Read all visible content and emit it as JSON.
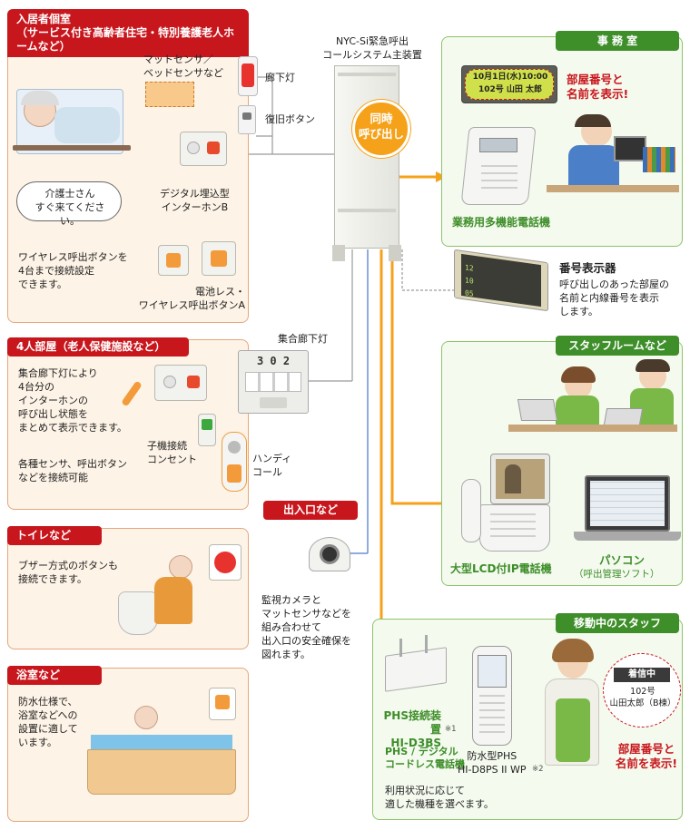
{
  "main_unit": {
    "title": "NYC-Si緊急呼出\nコールシステム主装置"
  },
  "simultaneous_call": "同時\n呼び出し",
  "room_private": {
    "title": "入居者個室\n（サービス付き高齢者住宅・特別養護老人ホームなど）",
    "mat_sensor": "マットセンサ／\nベッドセンサなど",
    "corridor_light": "廊下灯",
    "reset_button": "復旧ボタン",
    "speech": "介護士さん\nすぐ来てください。",
    "intercom_b": "デジタル埋込型\nインターホンB",
    "wireless_note": "ワイヤレス呼出ボタンを\n4台まで接続設定\nできます。",
    "wireless_button_a": "電池レス・\nワイヤレス呼出ボタンA"
  },
  "room_four": {
    "title": "4人部屋（老人保健施設など）",
    "corridor_group_light": "集合廊下灯",
    "room_number": "3 0 2",
    "desc1": "集合廊下灯により\n4台分の\nインターホンの\n呼び出し状態を\nまとめて表示できます。",
    "desc2": "各種センサ、呼出ボタン\nなどを接続可能",
    "child_outlet": "子機接続\nコンセント",
    "handy_call": "ハンディ\nコール"
  },
  "toilet": {
    "title": "トイレなど",
    "desc": "ブザー方式のボタンも\n接続できます。"
  },
  "bath": {
    "title": "浴室など",
    "desc": "防水仕様で、\n浴室などへの\n設置に適して\nいます。"
  },
  "entrance": {
    "title": "出入口など",
    "desc": "監視カメラと\nマットセンサなどを\n組み合わせて\n出入口の安全確保を\n図れます。"
  },
  "office": {
    "title": "事 務 室",
    "lcd_line1": "10月1日(水)10:00",
    "lcd_line2": "102号 山田 太郎",
    "note": "部屋番号と\n名前を表示!",
    "phone_label": "業務用多機能電話機"
  },
  "number_display": {
    "title": "番号表示器",
    "desc": "呼び出しのあった部屋の\n名前と内線番号を表示\nします。",
    "rows": [
      "12",
      "10",
      "05"
    ]
  },
  "staff_room": {
    "title": "スタッフルームなど",
    "ip_phone": "大型LCD付IP電話機",
    "pc": "パソコン",
    "pc_sub": "（呼出管理ソフト）"
  },
  "mobile_staff": {
    "title": "移動中のスタッフ",
    "phs_device": "PHS接続装置\nHI-D3BS",
    "phs_device_note": "※1",
    "phs_cordless": "PHS / デジタル\nコードレス電話機",
    "phs_model": "防水型PHS\nHI-D8PS II WP",
    "phs_model_note": "※2",
    "choose": "利用状況に応じて\n適した機種を選べます。",
    "screen_status": "着信中",
    "screen_text": "102号\n山田太郎（B棟）",
    "note": "部屋番号と\n名前を表示!"
  },
  "colors": {
    "accent_red": "#c8161d",
    "accent_green": "#3e8e2a",
    "signal_orange": "#f5a21a",
    "line_blue": "#6a8fd8"
  }
}
